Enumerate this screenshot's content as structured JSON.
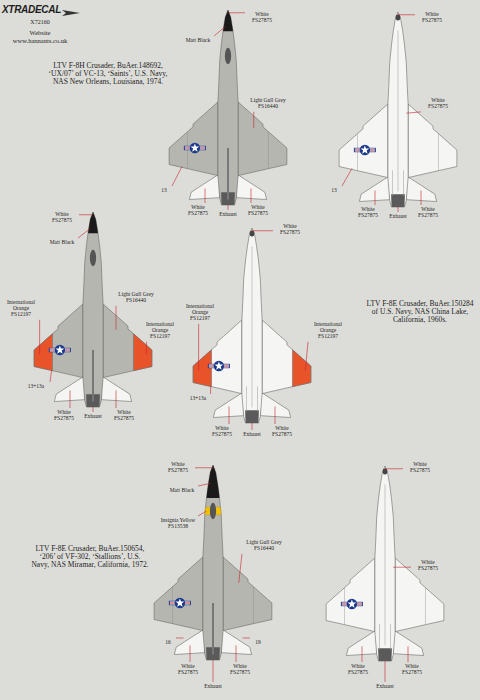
{
  "diagram": {
    "labels": [
      "XTRADECAL",
      "X72160",
      "Website",
      "www.hannants.co.uk",
      "White FS27875",
      "Matt Black",
      "LTV F-8H Crusader, BuAer.148692, ‘UX/07’ of VC-13, ‘Saints’, U.S. Navy, NAS New Orleans, Louisiana, 1974.",
      "Light Gull Grey FS16440",
      "13",
      "White FS27875",
      "White FS27875",
      "Exhaust",
      "White FS27875",
      "White FS27875",
      "13",
      "White FS27875",
      "White FS27875",
      "Exhaust",
      "White FS27875",
      "Matt Black",
      "Light Gull Grey FS16440",
      "International Orange FS12197",
      "International Orange FS12197",
      "13+13a",
      "White FS27875",
      "White FS27875",
      "Exhaust",
      "White FS27875",
      "International Orange FS12197",
      "International Orange FS12197",
      "LTV F-8E Crusader, BuAer.150284 of U.S. Navy, NAS China Lake, California, 1960s.",
      "13+13a",
      "White FS27875",
      "White FS27875",
      "Exhaust",
      "White FS27875",
      "Matt Black",
      "Insignia Yellow FS13538",
      "Light Gull Grey FS16440",
      "LTV F-8E Crusader, BuAer.150654, ‘206’ of VF-302, ‘Stallions’, U.S. Navy, NAS Miramar, California, 1972.",
      "16",
      "19",
      "White FS27875",
      "White FS27875",
      "Exhaust",
      "White FS27875",
      "White FS27875",
      "White FS27875",
      "White FS27875",
      "Exhaust"
    ]
  }
}
